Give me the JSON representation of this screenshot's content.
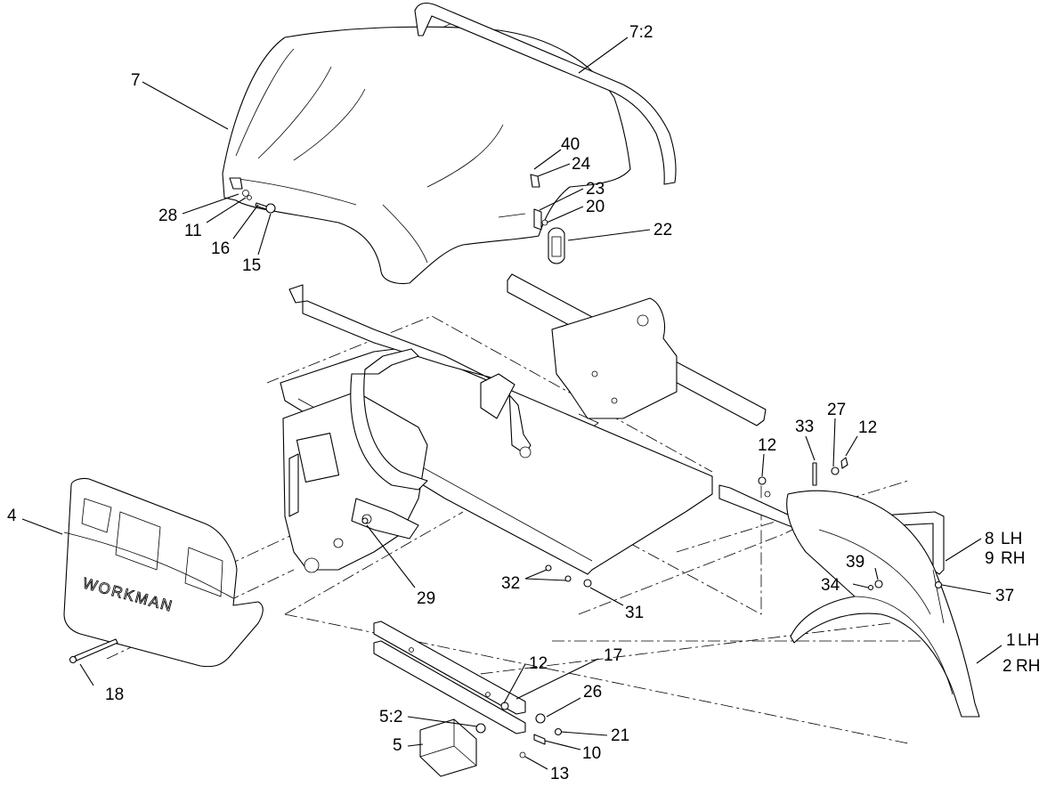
{
  "callouts": {
    "c7": "7",
    "c7_2": "7:2",
    "c40": "40",
    "c24": "24",
    "c23": "23",
    "c20": "20",
    "c22": "22",
    "c28": "28",
    "c11": "11",
    "c16": "16",
    "c15": "15",
    "c4": "4",
    "c18": "18",
    "c29": "29",
    "c32": "32",
    "c31": "31",
    "c12a": "12",
    "c33": "33",
    "c27": "27",
    "c12b": "12",
    "c8": "8",
    "c8_side": "LH",
    "c9": "9",
    "c9_side": "RH",
    "c39": "39",
    "c34": "34",
    "c37": "37",
    "c1": "1",
    "c1_side": "LH",
    "c2": "2",
    "c2_side": "RH",
    "c12c": "12",
    "c17": "17",
    "c26": "26",
    "c5_2": "5:2",
    "c5": "5",
    "c21": "21",
    "c10": "10",
    "c13": "13"
  },
  "grille_brand": "WORKMAN"
}
